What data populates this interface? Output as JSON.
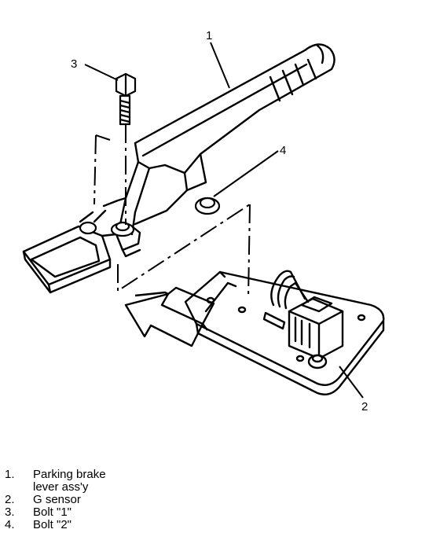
{
  "callouts": {
    "c1": "1",
    "c2": "2",
    "c3": "3",
    "c4": "4"
  },
  "legend": [
    {
      "num": "1.",
      "text": "Parking brake\nlever ass'y"
    },
    {
      "num": "2.",
      "text": "G sensor"
    },
    {
      "num": "3.",
      "text": "Bolt \"1\""
    },
    {
      "num": "4.",
      "text": "Bolt \"2\""
    }
  ]
}
